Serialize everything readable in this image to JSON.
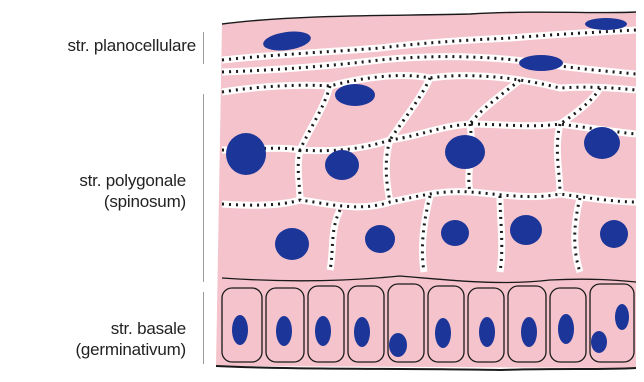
{
  "labels": {
    "planocellulare": "str. planocellulare",
    "polygonale_line1": "str. polygonale",
    "polygonale_line2": "(spinosum)",
    "basale_line1": "str. basale",
    "basale_line2": "(germinativum)"
  },
  "colors": {
    "cytoplasm": "#f4c3cc",
    "nucleus": "#1c3598",
    "outline": "#1a1a1a",
    "intercellular": "#ffffff"
  }
}
